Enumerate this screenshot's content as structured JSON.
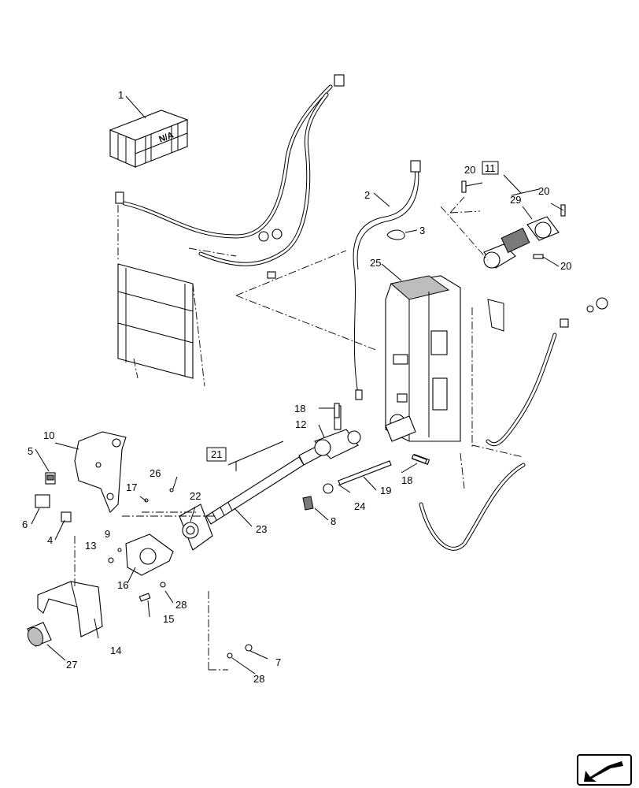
{
  "diagram": {
    "callouts": [
      {
        "id": "c1",
        "label": "1"
      },
      {
        "id": "c2",
        "label": "2"
      },
      {
        "id": "c3",
        "label": "3"
      },
      {
        "id": "c4",
        "label": "4"
      },
      {
        "id": "c5",
        "label": "5"
      },
      {
        "id": "c6",
        "label": "6"
      },
      {
        "id": "c7",
        "label": "7"
      },
      {
        "id": "c8",
        "label": "8"
      },
      {
        "id": "c9",
        "label": "9"
      },
      {
        "id": "c10",
        "label": "10"
      },
      {
        "id": "c11",
        "label": "11"
      },
      {
        "id": "c12",
        "label": "12"
      },
      {
        "id": "c13",
        "label": "13"
      },
      {
        "id": "c14",
        "label": "14"
      },
      {
        "id": "c15",
        "label": "15"
      },
      {
        "id": "c16",
        "label": "16"
      },
      {
        "id": "c17",
        "label": "17"
      },
      {
        "id": "c18a",
        "label": "18"
      },
      {
        "id": "c18b",
        "label": "18"
      },
      {
        "id": "c19",
        "label": "19"
      },
      {
        "id": "c20a",
        "label": "20"
      },
      {
        "id": "c20b",
        "label": "20"
      },
      {
        "id": "c20c",
        "label": "20"
      },
      {
        "id": "c21",
        "label": "21"
      },
      {
        "id": "c22",
        "label": "22"
      },
      {
        "id": "c23",
        "label": "23"
      },
      {
        "id": "c24",
        "label": "24"
      },
      {
        "id": "c25",
        "label": "25"
      },
      {
        "id": "c26",
        "label": "26"
      },
      {
        "id": "c27",
        "label": "27"
      },
      {
        "id": "c28a",
        "label": "28"
      },
      {
        "id": "c28b",
        "label": "28"
      },
      {
        "id": "c29",
        "label": "29"
      }
    ],
    "kit_box_text": "N/A",
    "nav_icon": "arrow-return-icon"
  }
}
